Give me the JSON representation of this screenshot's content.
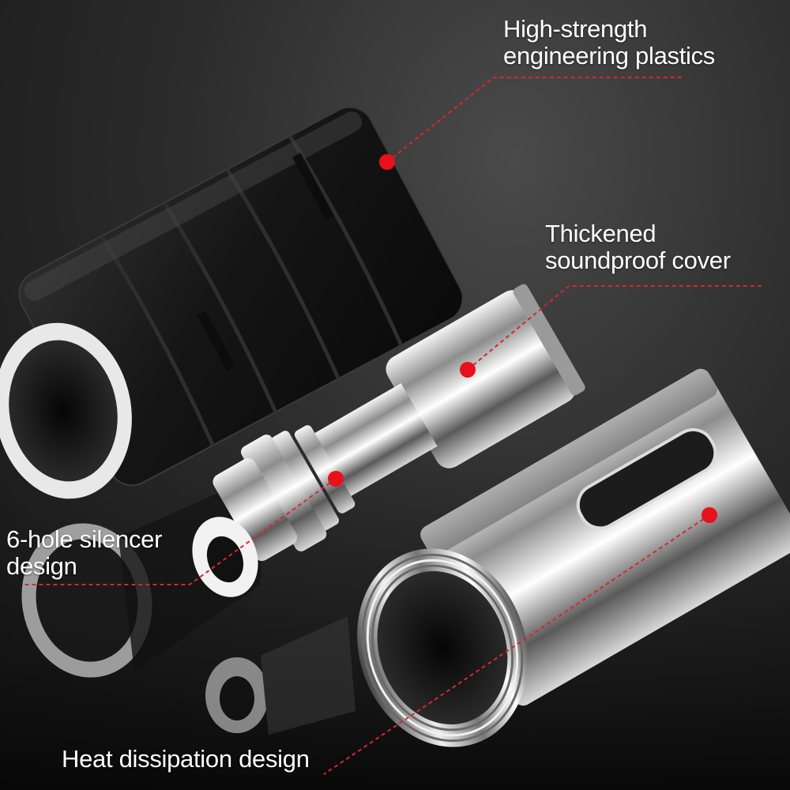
{
  "callouts": {
    "plastics": {
      "line1": "High-strength",
      "line2": "engineering plastics"
    },
    "cover": {
      "line1": "Thickened",
      "line2": "soundproof cover"
    },
    "silencer": {
      "line1": "6-hole silencer",
      "line2": "design"
    },
    "heat": {
      "line1": "Heat dissipation design"
    }
  },
  "colors": {
    "background": "#2c2c2c",
    "text": "#ffffff",
    "marker": "#e8101a",
    "leader_line": "#d9262c",
    "plastic_body": "#161616",
    "chrome": "#c9c9c9"
  },
  "icons": {
    "marker": "red-dot-marker"
  }
}
